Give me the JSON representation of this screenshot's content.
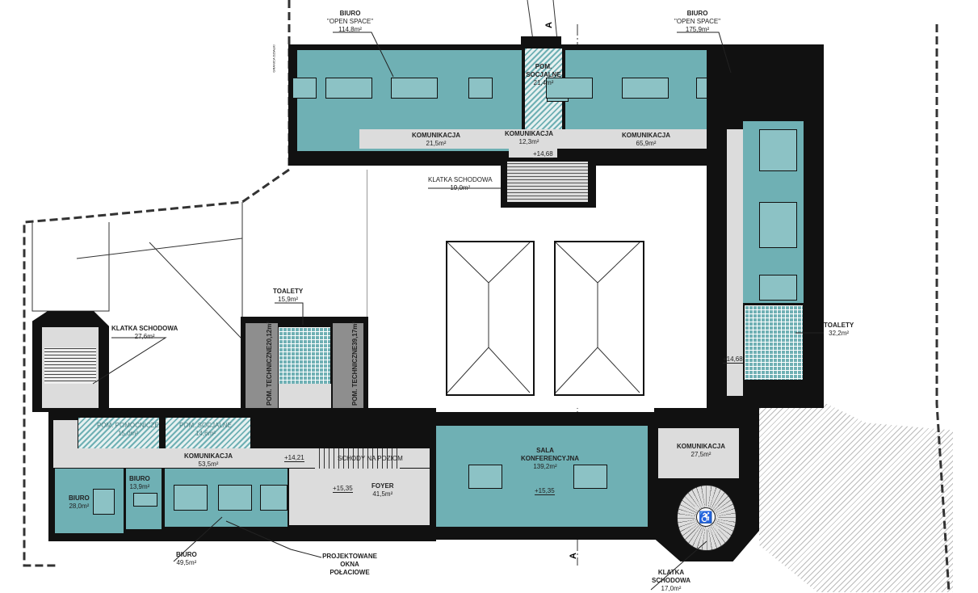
{
  "rooms": {
    "open_space_left": {
      "name": "BIURO",
      "sub": "\"OPEN SPACE\"",
      "area": "114,8m²"
    },
    "open_space_right": {
      "name": "BIURO",
      "sub": "\"OPEN SPACE\"",
      "area": "175,9m²"
    },
    "pom_socjalne_top": {
      "name": "POM. SOCJALNE",
      "area": "21,4m²"
    },
    "komunikacja_1": {
      "name": "KOMUNIKACJA",
      "area": "21,5m²"
    },
    "komunikacja_2": {
      "name": "KOMUNIKACJA",
      "area": "12,3m²"
    },
    "komunikacja_3": {
      "name": "KOMUNIKACJA",
      "area": "65,9m²"
    },
    "klatka_top": {
      "name": "KLATKA SCHODOWA",
      "area": "19,0m²"
    },
    "klatka_left": {
      "name": "KLATKA SCHODOWA",
      "area": "27,6m²"
    },
    "toalety_center": {
      "name": "TOALETY",
      "area": "15,9m²"
    },
    "toalety_right": {
      "name": "TOALETY",
      "area": "32,2m²"
    },
    "pom_tech_1": {
      "name": "POM. TECHNICZNE",
      "area": "20,12m²"
    },
    "pom_tech_2": {
      "name": "POM. TECHNICZNE",
      "area": "39,17m²"
    },
    "pom_pomocnicze": {
      "name": "POM. POMOCNICZE",
      "area": "15,0m²"
    },
    "pom_socjalne_bottom": {
      "name": "POM. SOCJALNE",
      "area": "14,6m²"
    },
    "komunikacja_4": {
      "name": "KOMUNIKACJA",
      "area": "53,5m²"
    },
    "schodki": {
      "name": "SCHODY NA POZIOM"
    },
    "biuro_28": {
      "name": "BIURO",
      "area": "28,0m²"
    },
    "biuro_13": {
      "name": "BIURO",
      "area": "13,9m²"
    },
    "biuro_49": {
      "name": "BIURO",
      "area": "49,5m²"
    },
    "foyer": {
      "name": "FOYER",
      "area": "41,5m²"
    },
    "sala": {
      "name": "SALA KONFERENCYJNA",
      "area": "139,2m²"
    },
    "komunikacja_5": {
      "name": "KOMUNIKACJA",
      "area": "27,5m²"
    },
    "klatka_spiral": {
      "name": "KLATKA SCHODOWA",
      "area": "17,0m²"
    }
  },
  "levels": {
    "l1": "+14,68",
    "l2": "+14,68",
    "l3": "+14,21",
    "l4": "+15,35",
    "l5": "+15,35"
  },
  "annotations": {
    "windows": "PROJEKTOWANE OKNA POŁACIOWE",
    "section": "A",
    "boundary": "GRANICA DZIAŁKI"
  },
  "colors": {
    "office": "#6fb0b4",
    "corridor": "#dcdcdc",
    "technical": "#8e8e8e",
    "wall": "#111111"
  }
}
